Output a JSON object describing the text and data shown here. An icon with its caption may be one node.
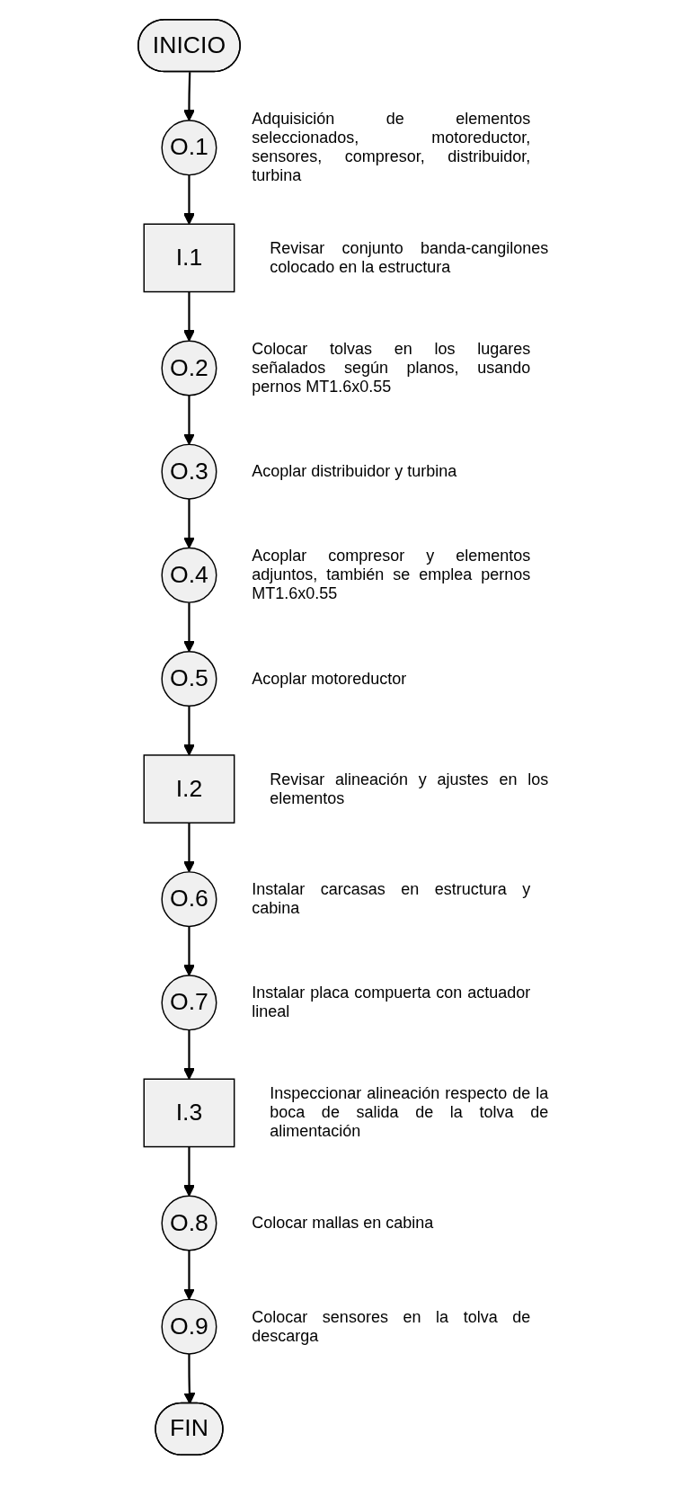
{
  "diagram": {
    "nodes": [
      {
        "text": [
          "INICIO"
        ]
      },
      {
        "text": [
          "O.1"
        ],
        "beside": [
          "Adquisición de elementos seleccionados, motoreductor, sensores, compresor, distribuidor, turbina"
        ]
      },
      {
        "text": [
          "I.1"
        ],
        "beside": [
          "Revisar conjunto banda-cangilones colocado en la estructura"
        ]
      },
      {
        "text": [
          "O.2"
        ],
        "beside": [
          "Colocar tolvas en los lugares señalados según planos, usando pernos MT1.6x0.55"
        ]
      },
      {
        "text": [
          "O.3"
        ],
        "beside": [
          "Acoplar distribuidor y turbina"
        ]
      },
      {
        "text": [
          "O.4"
        ],
        "beside": [
          "Acoplar compresor y elementos adjuntos, también se emplea pernos MT1.6x0.55"
        ]
      },
      {
        "text": [
          "O.5"
        ],
        "beside": [
          "Acoplar motoreductor"
        ]
      },
      {
        "text": [
          "I.2"
        ],
        "beside": [
          "Revisar alineación y ajustes en los elementos"
        ]
      },
      {
        "text": [
          "O.6"
        ],
        "beside": [
          "Instalar carcasas en estructura y cabina"
        ]
      },
      {
        "text": [
          "O.7"
        ],
        "beside": [
          "Instalar placa compuerta con actuador lineal"
        ]
      },
      {
        "text": [
          "I.3"
        ],
        "beside": [
          "Inspeccionar alineación respecto de la boca de salida de la tolva de alimentación"
        ]
      },
      {
        "text": [
          "O.8"
        ],
        "beside": [
          "Colocar mallas en cabina"
        ]
      },
      {
        "text": [
          "O.9"
        ],
        "beside": [
          "Colocar sensores en la tolva de descarga"
        ]
      },
      {
        "text": [
          "FIN"
        ]
      }
    ],
    "edges": [
      {
        "from": 0,
        "to": 1,
        "arrow": "to"
      },
      {
        "from": 1,
        "to": 2,
        "arrow": "to"
      },
      {
        "from": 2,
        "to": 3,
        "arrow": "to"
      },
      {
        "from": 3,
        "to": 4,
        "arrow": "to"
      },
      {
        "from": 4,
        "to": 5,
        "arrow": "to"
      },
      {
        "from": 5,
        "to": 6,
        "arrow": "to"
      },
      {
        "from": 6,
        "to": 7,
        "arrow": "to"
      },
      {
        "from": 7,
        "to": 8,
        "arrow": "to"
      },
      {
        "from": 8,
        "to": 9,
        "arrow": "to"
      },
      {
        "from": 9,
        "to": 10,
        "arrow": "to"
      },
      {
        "from": 10,
        "to": 11,
        "arrow": "to"
      },
      {
        "from": 11,
        "to": 12,
        "arrow": "to"
      },
      {
        "from": 12,
        "to": 13,
        "arrow": "to"
      }
    ]
  }
}
